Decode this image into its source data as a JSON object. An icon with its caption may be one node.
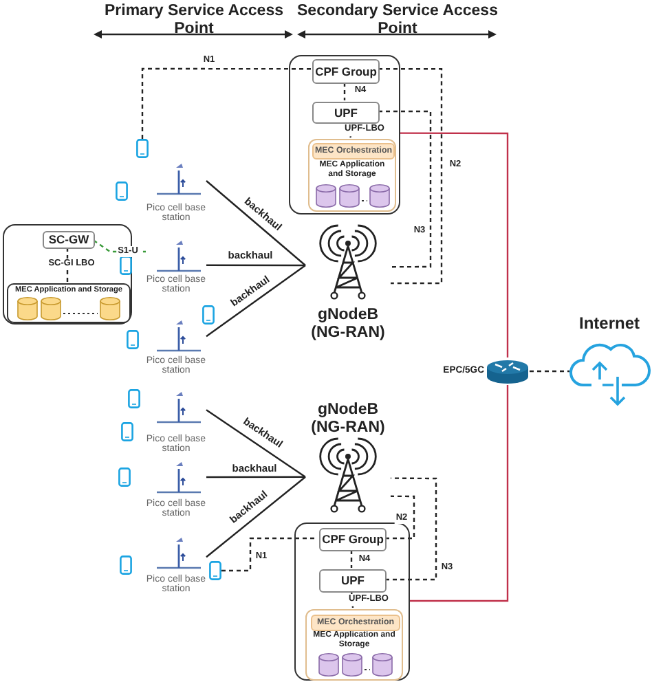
{
  "diagram": {
    "nodes": [
      {
        "text": [],
        "shape": "box"
      },
      {
        "text": [
          "CPF Group"
        ],
        "in": 0
      },
      {
        "text": [
          "UPF"
        ],
        "in": 0
      },
      {
        "text": [
          "MEC Application and Storage"
        ],
        "in": 0
      },
      {
        "text": [
          "MEC Orchestration"
        ],
        "in": 3
      },
      {
        "text": [],
        "shape": "phone"
      },
      {
        "text": [
          "Pico cell base station"
        ]
      },
      {
        "text": [],
        "shape": "box"
      },
      {
        "text": [
          "SC-GW"
        ],
        "in": 7
      },
      {
        "text": [
          "MEC Application and Storage"
        ],
        "in": 7
      },
      {
        "text": [
          "Pico cell base station"
        ]
      },
      {
        "text": [
          "Pico cell base station"
        ]
      },
      {
        "text": [
          "gNodeB (NG-RAN)"
        ]
      },
      {
        "text": [],
        "shape": "router",
        "beside": [
          "EPC/5GC"
        ]
      },
      {
        "text": [
          "Internet"
        ]
      },
      {
        "text": [
          "gNodeB (NG-RAN)"
        ]
      },
      {
        "text": [
          "Pico cell base station"
        ]
      },
      {
        "text": [
          "Pico cell base station"
        ]
      },
      {
        "text": [
          "Pico cell base station"
        ]
      },
      {
        "text": [],
        "shape": "phone"
      },
      {
        "text": [],
        "shape": "box"
      },
      {
        "text": [
          "CPF Group"
        ],
        "in": 20
      },
      {
        "text": [
          "UPF"
        ],
        "in": 20
      },
      {
        "text": [
          "MEC Application and Storage"
        ],
        "in": 20
      },
      {
        "text": [
          "MEC Orchestration"
        ],
        "in": 23
      }
    ],
    "edges": [
      {
        "from": 5,
        "to": 1,
        "arrow": "none",
        "label": "N1",
        "style": "dashed"
      },
      {
        "from": 1,
        "to": 2,
        "arrow": "none",
        "label": "N4",
        "style": "dashed"
      },
      {
        "from": 2,
        "to": 3,
        "arrow": "none",
        "label": "UPF-LBO",
        "style": "dashed"
      },
      {
        "from": 1,
        "to": 12,
        "arrow": "none",
        "label": "N2",
        "style": "dashed"
      },
      {
        "from": 2,
        "to": 12,
        "arrow": "none",
        "label": "N3",
        "style": "dashed"
      },
      {
        "from": 6,
        "to": 12,
        "arrow": "none",
        "label": "backhaul"
      },
      {
        "from": 10,
        "to": 12,
        "arrow": "none",
        "label": "backhaul"
      },
      {
        "from": 11,
        "to": 12,
        "arrow": "none",
        "label": "backhaul"
      },
      {
        "from": 8,
        "to": 10,
        "arrow": "none",
        "label": "S1-U",
        "style": "dashed",
        "color": "#3a9a3a"
      },
      {
        "from": 8,
        "to": 9,
        "arrow": "none",
        "label": "SC-GI LBO",
        "style": "dashed"
      },
      {
        "from": 0,
        "to": 13,
        "arrow": "none",
        "color": "#c0304a"
      },
      {
        "from": 13,
        "to": 20,
        "arrow": "none",
        "color": "#c0304a"
      },
      {
        "from": 13,
        "to": 14,
        "arrow": "none",
        "style": "dashed"
      },
      {
        "from": 16,
        "to": 15,
        "arrow": "none",
        "label": "backhaul"
      },
      {
        "from": 17,
        "to": 15,
        "arrow": "none",
        "label": "backhaul"
      },
      {
        "from": 18,
        "to": 15,
        "arrow": "none",
        "label": "backhaul"
      },
      {
        "from": 19,
        "to": 21,
        "arrow": "none",
        "label": "N1",
        "style": "dashed"
      },
      {
        "from": 21,
        "to": 22,
        "arrow": "none",
        "label": "N4",
        "style": "dashed"
      },
      {
        "from": 22,
        "to": 23,
        "arrow": "none",
        "label": "UPF-LBO",
        "style": "dashed"
      },
      {
        "from": 21,
        "to": 15,
        "arrow": "none",
        "label": "N2",
        "style": "dashed"
      },
      {
        "from": 22,
        "to": 15,
        "arrow": "none",
        "label": "N3",
        "style": "dashed"
      }
    ],
    "labels": [
      "Primary Service Access Point",
      "Secondary Service Access Point"
    ]
  }
}
